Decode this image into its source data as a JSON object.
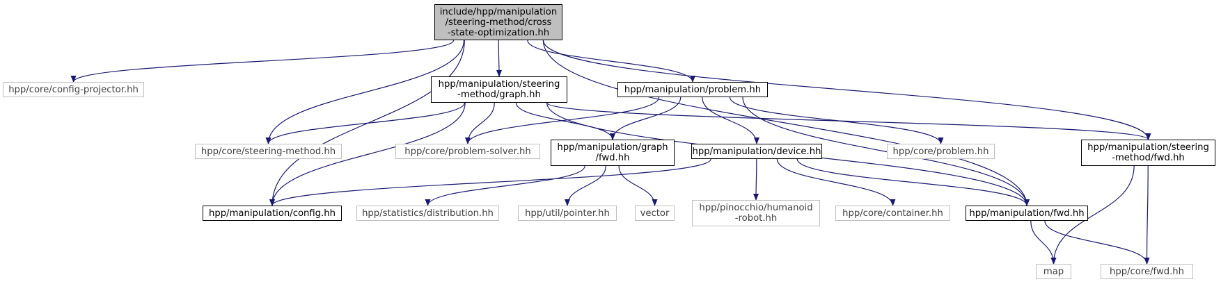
{
  "nodes": [
    {
      "id": "root",
      "label": "include/hpp/manipulation\n/steering-method/cross\n-state-optimization.hh",
      "kind": "root"
    },
    {
      "id": "config_projector",
      "label": "hpp/core/config-projector.hh",
      "kind": "ext"
    },
    {
      "id": "steering_graph",
      "label": "hpp/manipulation/steering\n-method/graph.hh",
      "kind": "proj"
    },
    {
      "id": "problem",
      "label": "hpp/manipulation/problem.hh",
      "kind": "proj"
    },
    {
      "id": "steering_fwd",
      "label": "hpp/manipulation/steering\n-method/fwd.hh",
      "kind": "proj"
    },
    {
      "id": "core_steering",
      "label": "hpp/core/steering-method.hh",
      "kind": "ext"
    },
    {
      "id": "problem_solver",
      "label": "hpp/core/problem-solver.hh",
      "kind": "ext"
    },
    {
      "id": "graph_fwd",
      "label": "hpp/manipulation/graph\n/fwd.hh",
      "kind": "proj"
    },
    {
      "id": "device",
      "label": "hpp/manipulation/device.hh",
      "kind": "proj"
    },
    {
      "id": "core_problem",
      "label": "hpp/core/problem.hh",
      "kind": "ext"
    },
    {
      "id": "config",
      "label": "hpp/manipulation/config.hh",
      "kind": "proj"
    },
    {
      "id": "distribution",
      "label": "hpp/statistics/distribution.hh",
      "kind": "ext"
    },
    {
      "id": "pointer",
      "label": "hpp/util/pointer.hh",
      "kind": "ext"
    },
    {
      "id": "vector",
      "label": "vector",
      "kind": "ext"
    },
    {
      "id": "humanoid",
      "label": "hpp/pinocchio/humanoid\n-robot.hh",
      "kind": "ext"
    },
    {
      "id": "container",
      "label": "hpp/core/container.hh",
      "kind": "ext"
    },
    {
      "id": "manip_fwd",
      "label": "hpp/manipulation/fwd.hh",
      "kind": "proj"
    },
    {
      "id": "map",
      "label": "map",
      "kind": "ext"
    },
    {
      "id": "core_fwd",
      "label": "hpp/core/fwd.hh",
      "kind": "ext"
    }
  ],
  "edges": [
    [
      "root",
      "config_projector"
    ],
    [
      "root",
      "steering_graph"
    ],
    [
      "root",
      "problem"
    ],
    [
      "root",
      "steering_fwd"
    ],
    [
      "root",
      "core_steering"
    ],
    [
      "root",
      "config"
    ],
    [
      "root",
      "manip_fwd"
    ],
    [
      "steering_graph",
      "core_steering"
    ],
    [
      "steering_graph",
      "problem_solver"
    ],
    [
      "steering_graph",
      "graph_fwd"
    ],
    [
      "steering_graph",
      "config"
    ],
    [
      "steering_graph",
      "manip_fwd"
    ],
    [
      "steering_graph",
      "steering_fwd"
    ],
    [
      "problem",
      "problem_solver"
    ],
    [
      "problem",
      "graph_fwd"
    ],
    [
      "problem",
      "device"
    ],
    [
      "problem",
      "core_problem"
    ],
    [
      "problem",
      "manip_fwd"
    ],
    [
      "graph_fwd",
      "distribution"
    ],
    [
      "graph_fwd",
      "pointer"
    ],
    [
      "graph_fwd",
      "vector"
    ],
    [
      "device",
      "config"
    ],
    [
      "device",
      "humanoid"
    ],
    [
      "device",
      "container"
    ],
    [
      "device",
      "manip_fwd"
    ],
    [
      "manip_fwd",
      "map"
    ],
    [
      "manip_fwd",
      "core_fwd"
    ],
    [
      "steering_fwd",
      "map"
    ],
    [
      "steering_fwd",
      "core_fwd"
    ]
  ],
  "colors": {
    "edge": "#191970",
    "root_fill": "#bfbfbf",
    "external_border": "#bfbfbf",
    "project_border": "#000000",
    "external_text": "#404040"
  }
}
